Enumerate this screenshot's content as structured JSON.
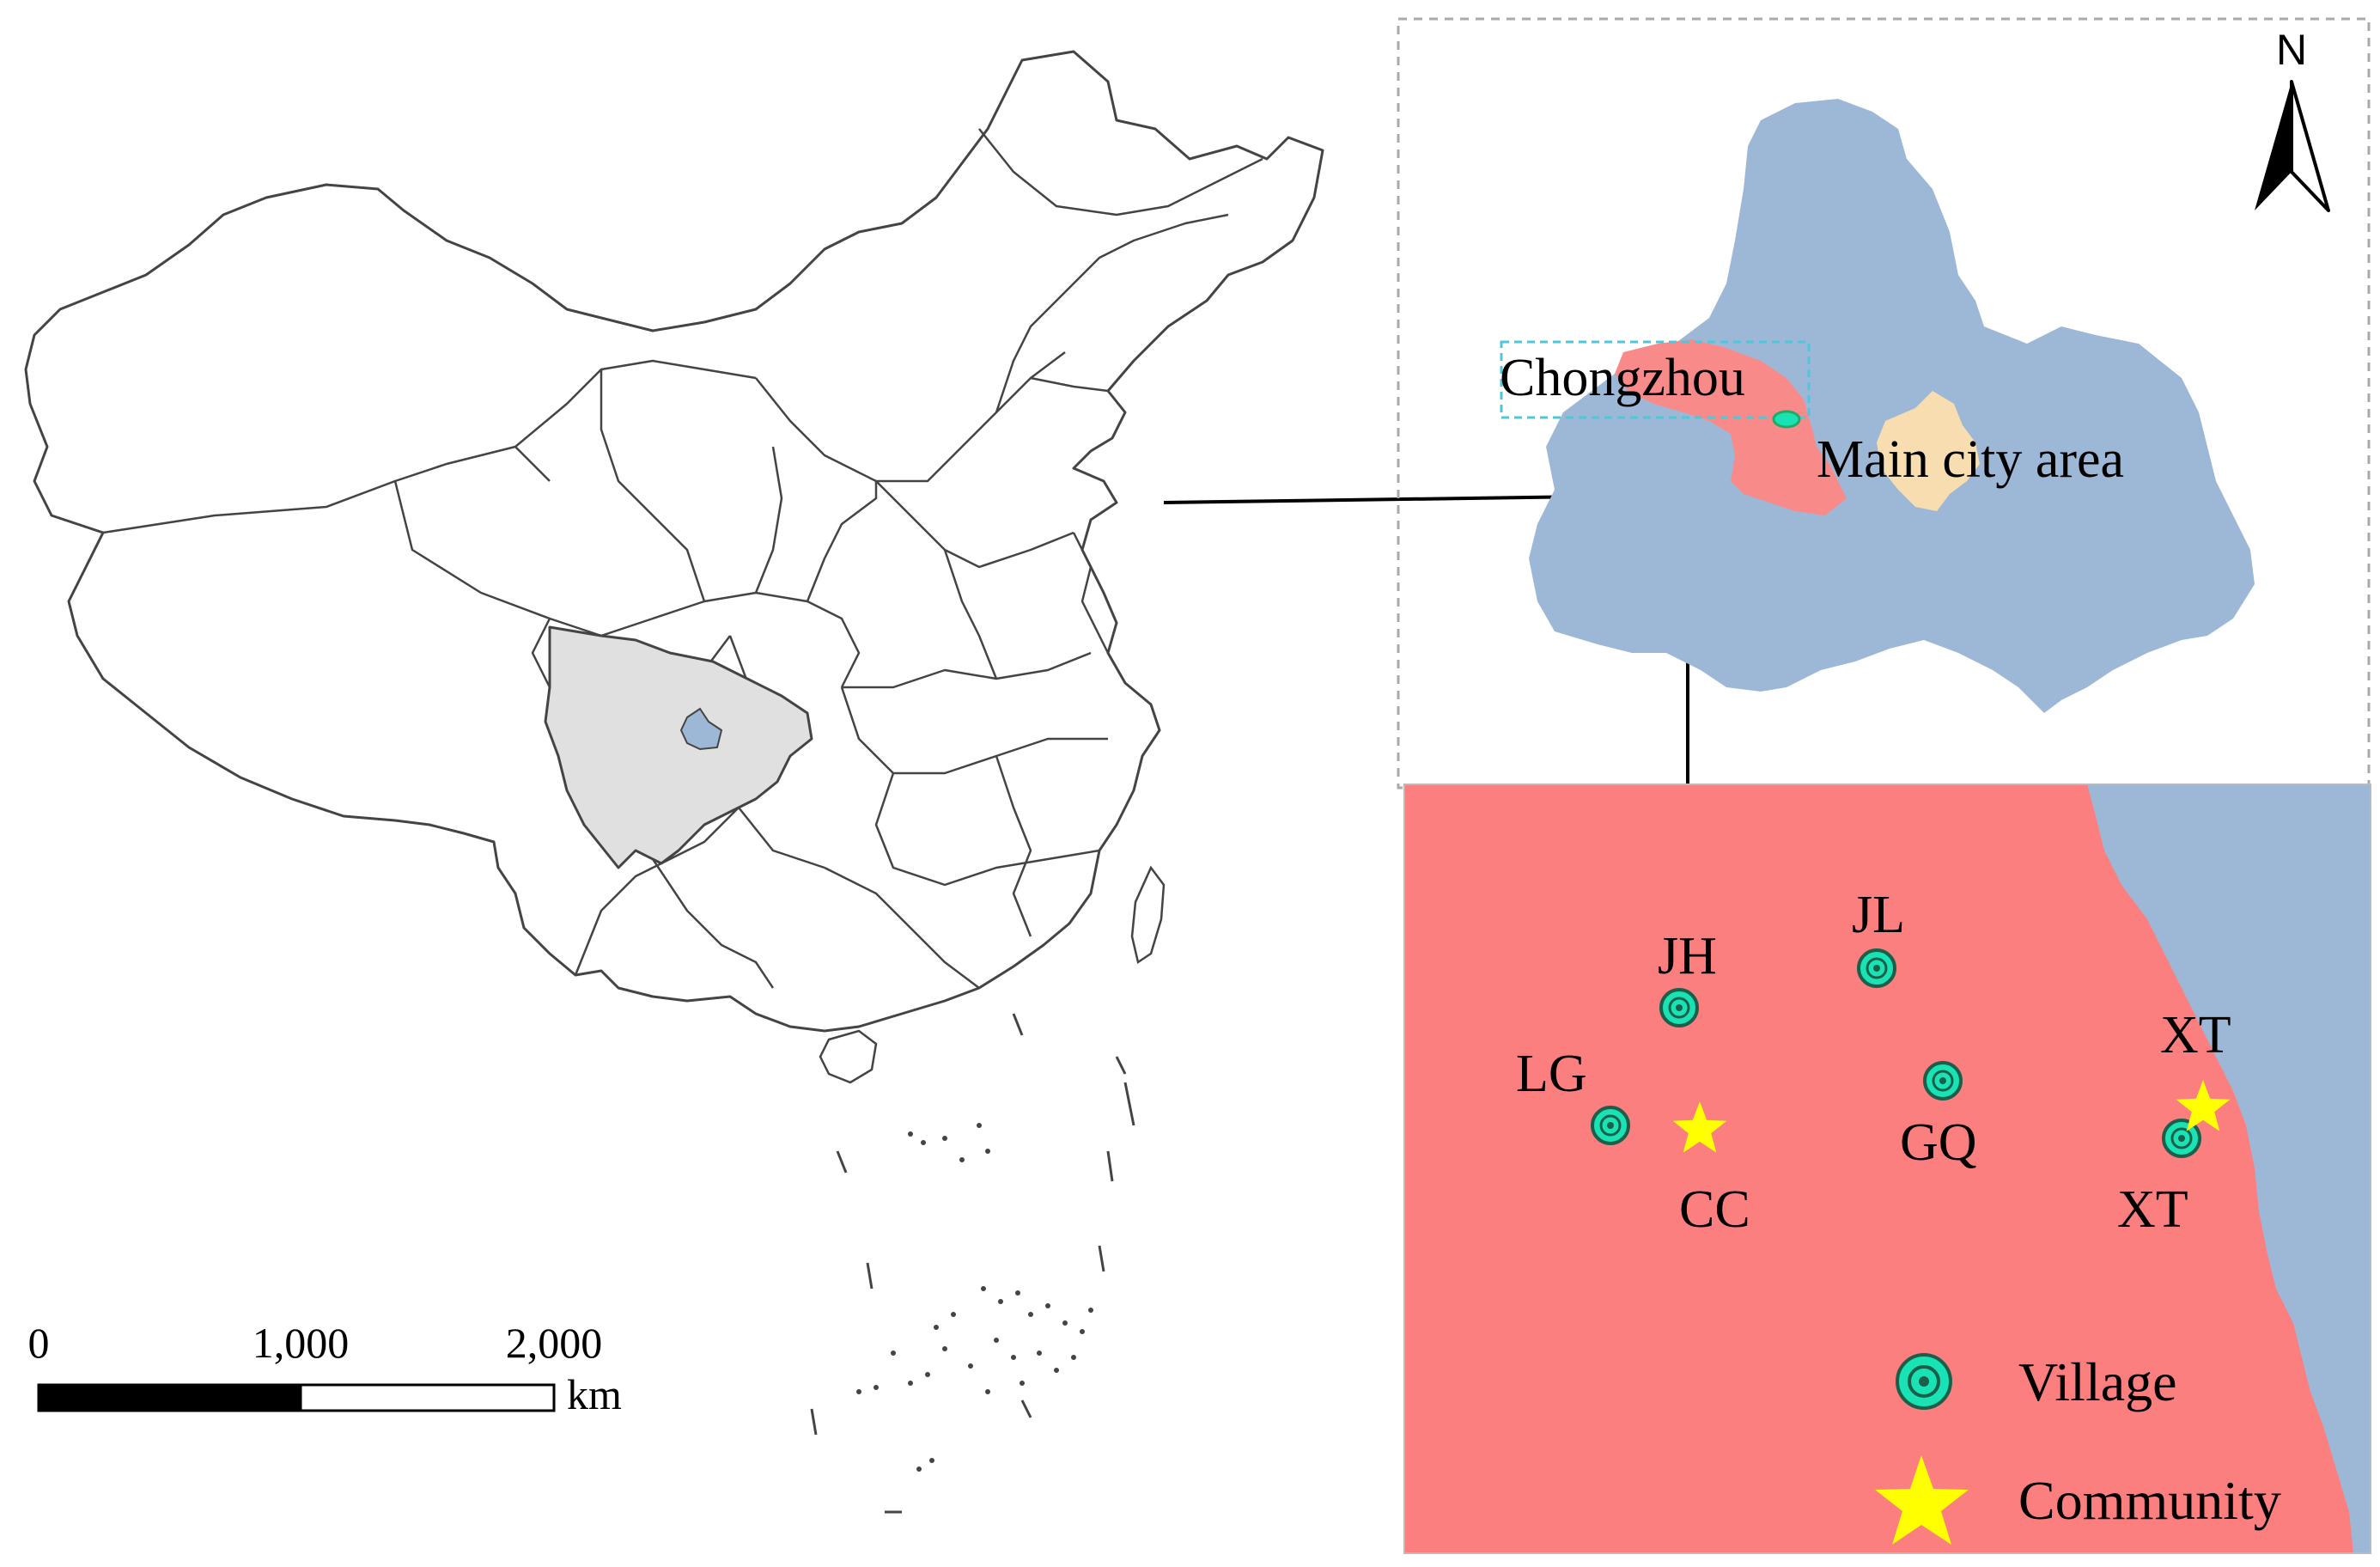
{
  "scale_bar": {
    "ticks": [
      "0",
      "1,000",
      "2,000"
    ],
    "unit": "km"
  },
  "north_arrow": {
    "label": "N"
  },
  "chengdu_map": {
    "district_label": "Chongzhou",
    "main_city_label": "Main city area",
    "colors": {
      "chengdu": "#9db8d6",
      "chongzhou": "#f98a8a",
      "main_city": "#f7ddb0",
      "sichuan": "#e0e0e0"
    }
  },
  "detail_map": {
    "background_color": "#fb7f7f",
    "neighbor_color": "#9db8d6",
    "sites": [
      {
        "label": "JL",
        "type": "village"
      },
      {
        "label": "JH",
        "type": "village"
      },
      {
        "label": "LG",
        "type": "village"
      },
      {
        "label": "CC",
        "type": "community"
      },
      {
        "label": "GQ",
        "type": "village"
      },
      {
        "label": "XT",
        "type": "village"
      },
      {
        "label": "XT",
        "type": "community"
      }
    ],
    "village_color": "#19e3b4",
    "community_color": "#ffff00"
  },
  "legend": {
    "village": "Village",
    "community": "Community"
  }
}
